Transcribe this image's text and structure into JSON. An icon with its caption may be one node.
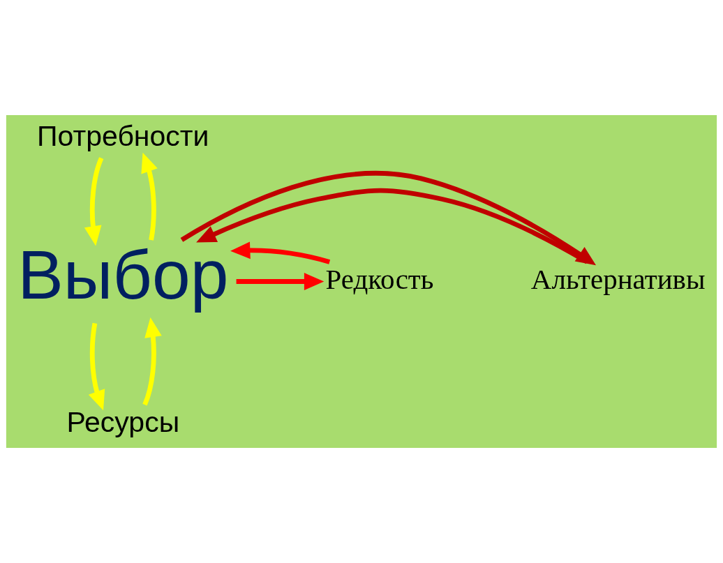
{
  "diagram": {
    "nodes": [
      {
        "text": [
          "Выбор"
        ]
      },
      {
        "text": [
          "Потребности"
        ]
      },
      {
        "text": [
          "Альтернативы"
        ]
      },
      {
        "text": [
          "Редкость"
        ]
      },
      {
        "text": [
          "Ресурсы"
        ]
      }
    ],
    "edges": [
      {
        "from": 0,
        "to": 1,
        "arrow": "to",
        "color": "#ffff00"
      },
      {
        "from": 1,
        "to": 0,
        "arrow": "to",
        "color": "#ffff00"
      },
      {
        "from": 2,
        "to": 0,
        "arrow": "to",
        "color": "#c00000"
      },
      {
        "from": 0,
        "to": 2,
        "arrow": "to",
        "color": "#c00000"
      },
      {
        "from": 0,
        "to": 3,
        "arrow": "to",
        "color": "#ff0000"
      },
      {
        "from": 3,
        "to": 0,
        "arrow": "to",
        "color": "#ff0000"
      },
      {
        "from": 4,
        "to": 0,
        "arrow": "to",
        "color": "#ffff00"
      },
      {
        "from": 0,
        "to": 4,
        "arrow": "to",
        "color": "#ffff00"
      }
    ]
  }
}
